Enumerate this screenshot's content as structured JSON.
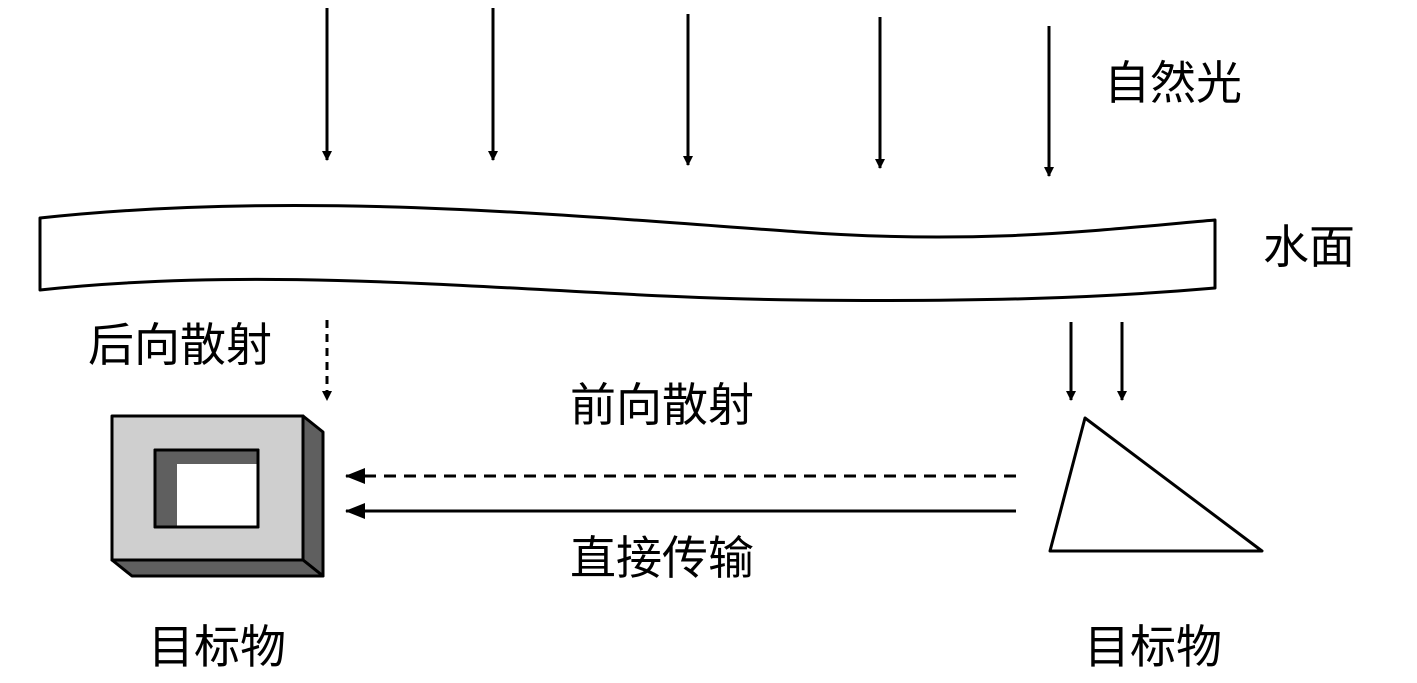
{
  "labels": {
    "natural_light": "自然光",
    "water_surface": "水面",
    "backscatter": "后向散射",
    "forward_scatter": "前向散射",
    "direct_transmission": "直接传输",
    "target_left": "目标物",
    "target_right": "目标物"
  },
  "colors": {
    "stroke": "#000000",
    "box_face": "#cfcfcf",
    "box_side": "#5f5f5f",
    "box_window": "#ffffff"
  }
}
